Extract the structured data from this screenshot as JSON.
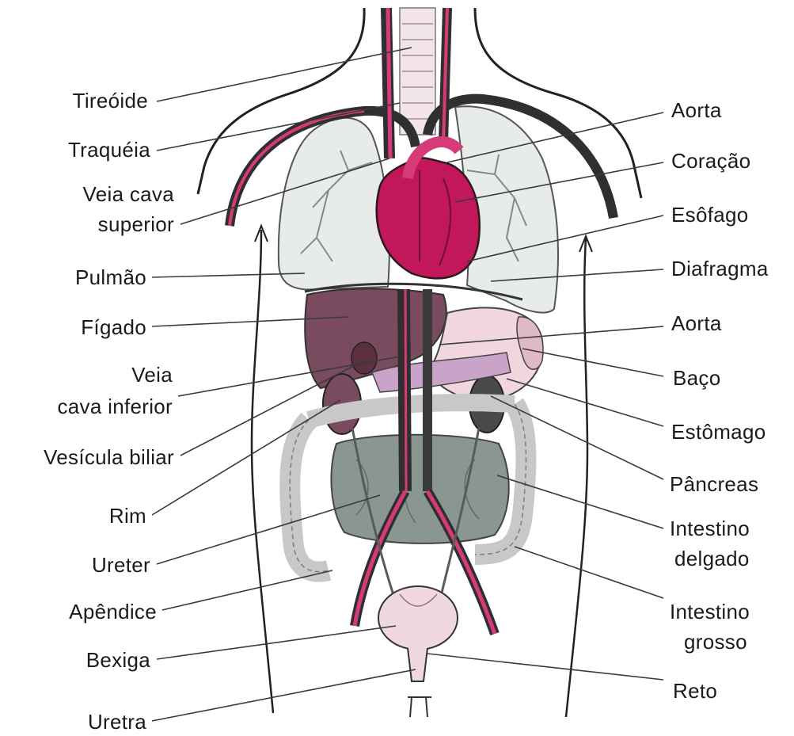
{
  "labels_left": {
    "tireoide": "Tireóide",
    "traqueia": "Traquéia",
    "veia_cava_superior_1": "Veia cava",
    "veia_cava_superior_2": "superior",
    "pulmao": "Pulmão",
    "figado": "Fígado",
    "veia_cava_inferior_1": "Veia",
    "veia_cava_inferior_2": "cava inferior",
    "vesicula_biliar": "Vesícula biliar",
    "rim": "Rim",
    "ureter": "Ureter",
    "apendice": "Apêndice",
    "bexiga": "Bexiga",
    "uretra": "Uretra"
  },
  "labels_right": {
    "aorta_top": "Aorta",
    "coracao": "Coração",
    "esofago": "Esôfago",
    "diafragma": "Diafragma",
    "aorta_abdominal": "Aorta",
    "baco": "Baço",
    "estomago": "Estômago",
    "pancreas": "Pâncreas",
    "intestino_delgado_1": "Intestino",
    "intestino_delgado_2": "delgado",
    "intestino_grosso_1": "Intestino",
    "intestino_grosso_2": "grosso",
    "reto": "Reto"
  },
  "colors": {
    "heart": "#c2185b",
    "vessel_pink": "#d63a78",
    "vessel_dark": "#2f2f2f",
    "lung": "#e8ece8",
    "liver": "#7a4a5e",
    "stomach": "#f2d6de",
    "intestine": "#8a9690",
    "bladder": "#f0d8df",
    "outline": "#222222"
  }
}
